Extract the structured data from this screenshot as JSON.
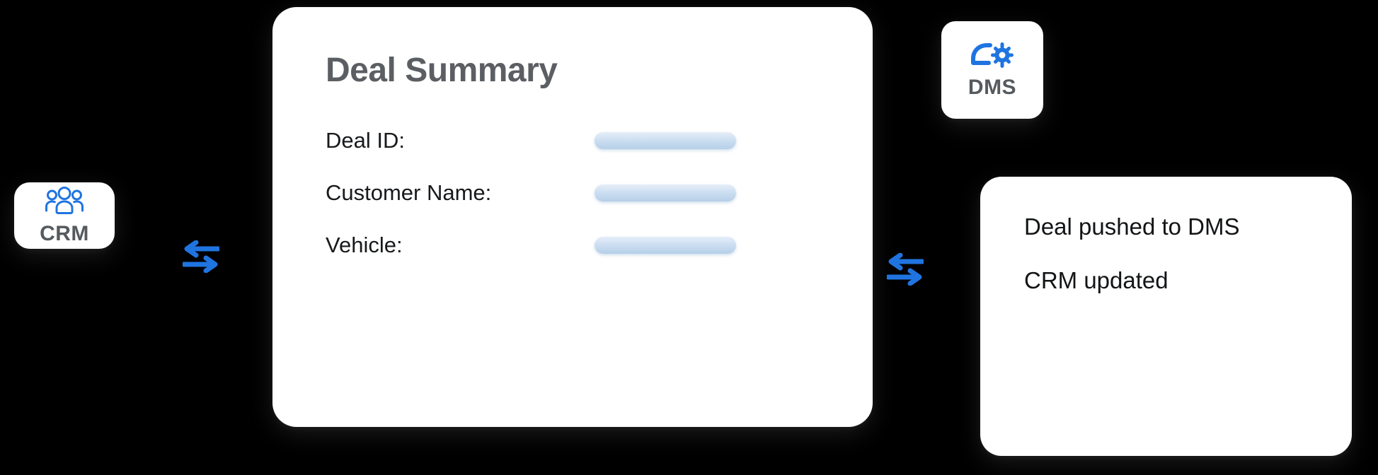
{
  "theme": {
    "background": "#000000",
    "card_background": "#ffffff",
    "accent_blue": "#1f74e0",
    "label_gray": "#555a5e",
    "title_gray": "#5b5f63",
    "body_text": "#17191c",
    "bar_light": "#e6eef8",
    "bar_dark": "#b5cfe8"
  },
  "crm_tile": {
    "label": "CRM",
    "icon": "people-group-icon"
  },
  "dms_tile": {
    "label": "DMS",
    "icon": "car-gear-icon"
  },
  "deal_card": {
    "title": "Deal Summary",
    "rows": [
      {
        "label": "Deal ID:",
        "value_placeholder": ""
      },
      {
        "label": "Customer Name:",
        "value_placeholder": ""
      },
      {
        "label": "Vehicle:",
        "value_placeholder": ""
      }
    ]
  },
  "status_panel": {
    "lines": [
      "Deal pushed to DMS",
      "CRM updated"
    ]
  },
  "sync_arrows": {
    "left": "bidirectional-sync-icon",
    "right": "bidirectional-sync-icon"
  }
}
